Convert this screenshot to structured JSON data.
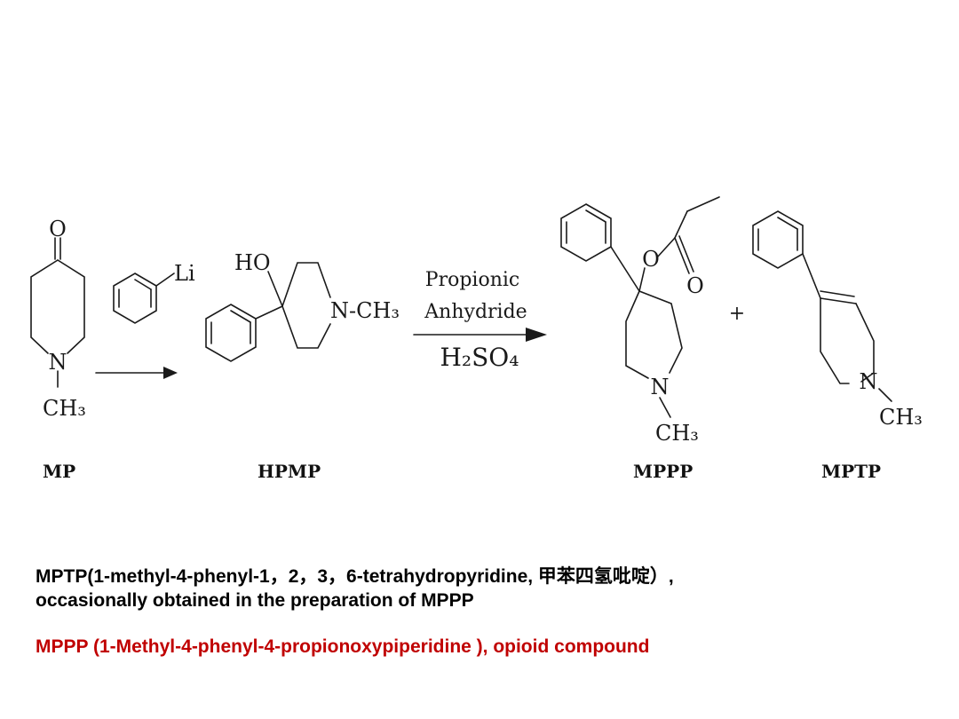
{
  "reagents": {
    "propionic": "Propionic",
    "anhydride": "Anhydride",
    "acid": "H₂SO₄"
  },
  "atoms": {
    "oxygen": "O",
    "nitrogen": "N",
    "methyl": "CH₃",
    "lithium": "Li",
    "hydroxyl": "HO",
    "n_methyl": "N-CH₃",
    "plus": "+"
  },
  "compounds": {
    "mp": "MP",
    "hpmp": "HPMP",
    "mppp": "MPPP",
    "mptp": "MPTP"
  },
  "captions": {
    "mptp_line1": "MPTP(1-methyl-4-phenyl-1，2，3，6-tetrahydropyridine, 甲苯四氢吡啶）,",
    "mptp_line2": "occasionally obtained in the preparation of MPPP",
    "mppp": "MPPP (1-Methyl-4-phenyl-4-propionoxypiperidine ),  opioid compound"
  },
  "colors": {
    "mppp_caption": "#c00000"
  }
}
